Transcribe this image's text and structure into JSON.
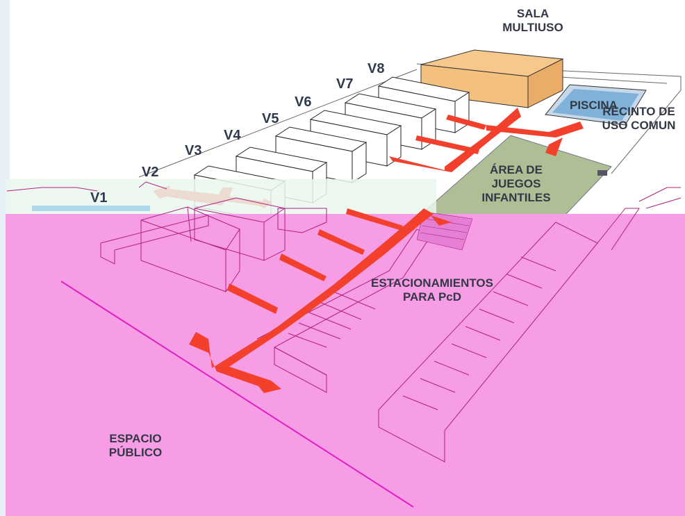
{
  "colors": {
    "pink_overlay": "#f79de6",
    "arrow_red": "#f2402c",
    "sala_fill": "#f4c07e",
    "piscina_fill": "#7fb1d9",
    "juegos_fill": "#a6b98a",
    "line_magenta": "#e020c0",
    "label_text": "#333845"
  },
  "labels": {
    "sala": "SALA\nMULTIUSO",
    "piscina": "PISCINA",
    "recinto": "RECINTO DE\nUSO COMUN",
    "juegos": "ÁREA DE\nJUEGOS\nINFANTILES",
    "estacionamientos": "ESTACIONAMIENTOS\nPARA PcD",
    "espacio": "ESPACIO\nPÚBLICO"
  },
  "volumes": [
    "V1",
    "V2",
    "V3",
    "V4",
    "V5",
    "V6",
    "V7",
    "V8"
  ]
}
